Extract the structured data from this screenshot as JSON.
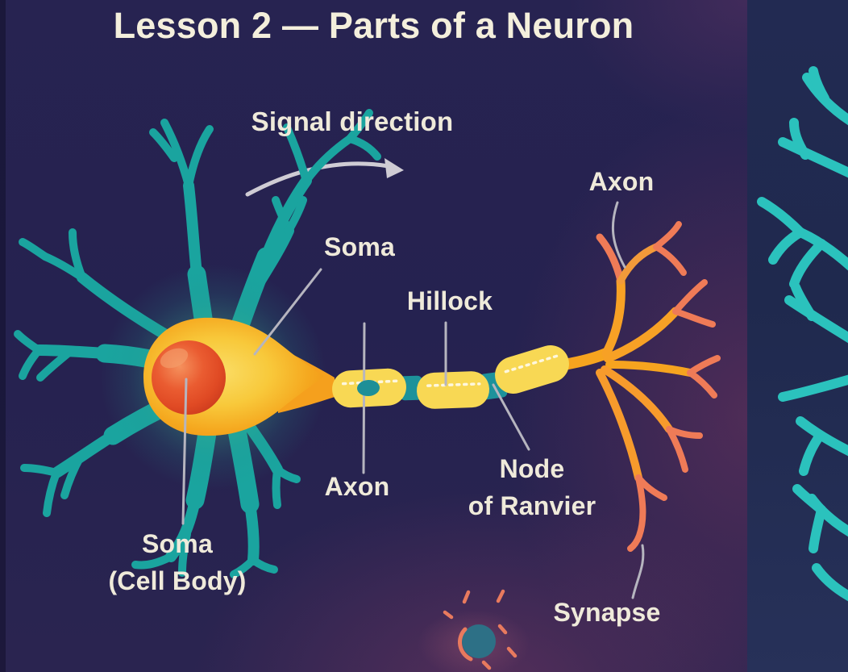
{
  "slide": {
    "title": "Lesson 2 — Parts of a Neuron"
  },
  "labels": {
    "signal_direction": "Signal direction",
    "soma": "Soma",
    "hillock": "Hillock",
    "axon_upper": "Axon",
    "axon_lower": "Axon",
    "node_of_ranvier_line1": "Node",
    "node_of_ranvier_line2": "of Ranvier",
    "soma_cell_body_line1": "Soma",
    "soma_cell_body_line2": "(Cell Body)",
    "synapse": "Synapse"
  },
  "colors": {
    "background_navy": "#262350",
    "background_purple": "#45283f",
    "right_panel_navy": "#20294e",
    "dendrite_teal": "#1aa49f",
    "second_neuron_teal": "#2bc2bd",
    "soma_yellow": "#f9d34b",
    "soma_orange": "#f49b1c",
    "nucleus_red": "#e1502a",
    "myelin_yellow": "#f8d854",
    "node_teal": "#1d929b",
    "terminal_coral": "#ef7b57",
    "label_cream": "#efeada",
    "leader_gray": "#b6b5bf"
  }
}
